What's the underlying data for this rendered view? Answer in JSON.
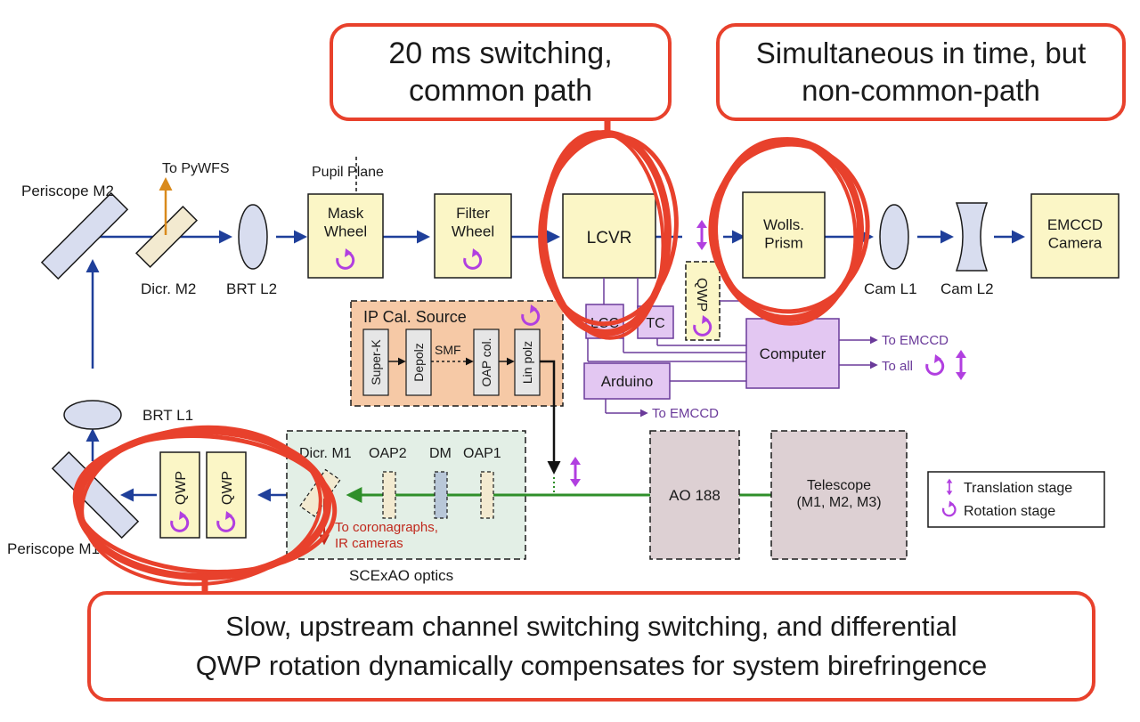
{
  "callouts": {
    "common": "20 ms switching,\ncommon path",
    "noncommon": "Simultaneous in time, but\nnon-common-path",
    "bottom": "Slow, upstream channel switching switching, and differential\nQWP rotation dynamically compensates for system birefringence"
  },
  "labels": {
    "periscope_m2": "Periscope M2",
    "to_pywfs": "To PyWFS",
    "dicr_m2": "Dicr. M2",
    "brt_l2": "BRT L2",
    "pupil_plane": "Pupil Plane",
    "cam_l1": "Cam L1",
    "cam_l2": "Cam L2",
    "brt_l1": "BRT L1",
    "periscope_m1": "Periscope M1",
    "smf": "SMF",
    "dicr_m1": "Dicr. M1",
    "oap2": "OAP2",
    "dm": "DM",
    "oap1": "OAP1",
    "to_coronagraphs": "To coronagraphs,\nIR cameras",
    "scexao_optics": "SCExAO optics",
    "to_emccd_1": "To EMCCD",
    "to_all": "To all",
    "to_emccd_2": "To EMCCD"
  },
  "boxes": {
    "mask_wheel": "Mask\nWheel",
    "filter_wheel": "Filter\nWheel",
    "lcvr": "LCVR",
    "wollaston": "Wolls.\nPrism",
    "emccd_camera": "EMCCD\nCamera",
    "qwp_top": "QWP",
    "lcc": "LCC",
    "tc": "TC",
    "computer": "Computer",
    "arduino": "Arduino",
    "ip_cal_source": "IP Cal. Source",
    "super_k": "Super-K",
    "depolz": "Depolz",
    "oap_col": "OAP col.",
    "lin_polz": "Lin polz",
    "qwp_1": "QWP",
    "qwp_2": "QWP",
    "ao188": "AO 188",
    "telescope": "Telescope\n(M1, M2, M3)"
  },
  "legend": {
    "translation": "Translation stage",
    "rotation": "Rotation stage"
  },
  "colors": {
    "beam": "#1f3f9a",
    "green_beam": "#2f8f2a",
    "highlight_red": "#e8412c",
    "component_yellow": "#fbf6c6",
    "electronics_purple": "#e3c7f2",
    "electronics_line": "#6a3a9a",
    "stage_magenta": "#b13fe0",
    "cal_source_orange": "#f6c9a6",
    "scexao_green": "#e3efe6",
    "telescope_grey": "#ddd0d3",
    "lens_blue": "#d8ddef"
  }
}
